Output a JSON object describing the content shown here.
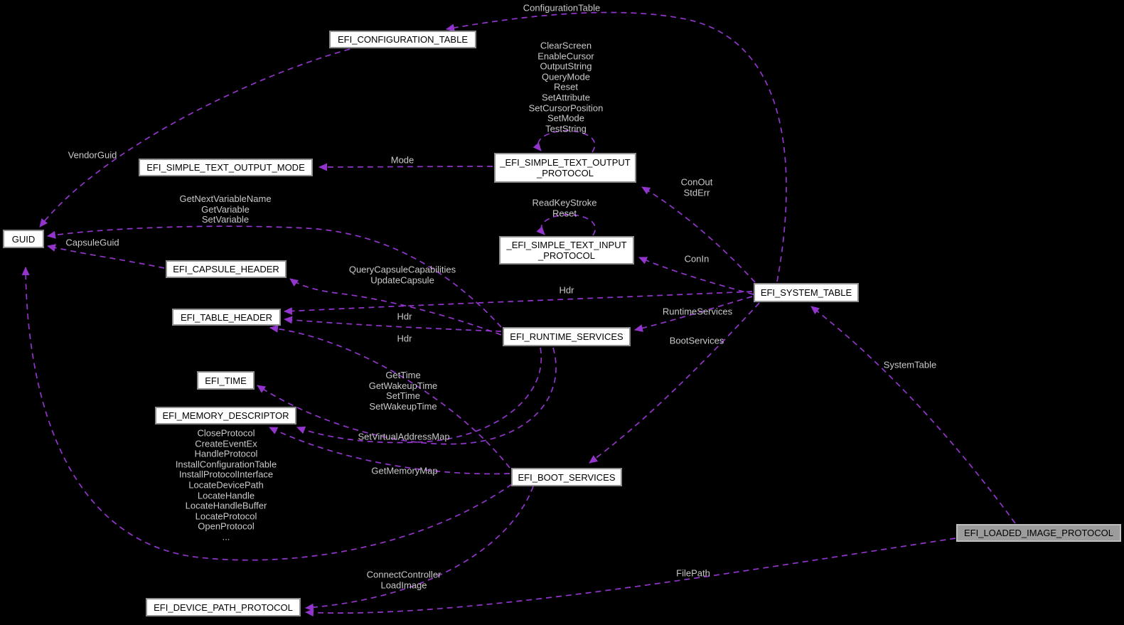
{
  "diagram": {
    "type": "collaboration-graph",
    "background_color": "#000000",
    "edge_color": "#9335cc",
    "edge_label_color": "#c9c9c9",
    "node_fill": "#ffffff",
    "node_border": "#8f8f8f",
    "highlight_node_fill": "#9c9c9c",
    "nodes": {
      "efi_configuration_table": {
        "label": "EFI_CONFIGURATION_TABLE"
      },
      "efi_simple_text_output_mode": {
        "label": "EFI_SIMPLE_TEXT_OUTPUT_MODE"
      },
      "guid": {
        "label": "GUID"
      },
      "efi_capsule_header": {
        "label": "EFI_CAPSULE_HEADER"
      },
      "efi_table_header": {
        "label": "EFI_TABLE_HEADER"
      },
      "efi_simple_text_output_protocol": {
        "label": "_EFI_SIMPLE_TEXT_OUTPUT\n_PROTOCOL"
      },
      "efi_simple_text_input_protocol": {
        "label": "_EFI_SIMPLE_TEXT_INPUT\n_PROTOCOL"
      },
      "efi_system_table": {
        "label": "EFI_SYSTEM_TABLE"
      },
      "efi_runtime_services": {
        "label": "EFI_RUNTIME_SERVICES"
      },
      "efi_time": {
        "label": "EFI_TIME"
      },
      "efi_memory_descriptor": {
        "label": "EFI_MEMORY_DESCRIPTOR"
      },
      "efi_boot_services": {
        "label": "EFI_BOOT_SERVICES"
      },
      "efi_loaded_image_protocol": {
        "label": "EFI_LOADED_IMAGE_PROTOCOL"
      },
      "efi_device_path_protocol": {
        "label": "EFI_DEVICE_PATH_PROTOCOL"
      }
    },
    "edge_labels": {
      "configuration_table": {
        "text": "ConfigurationTable"
      },
      "output_protocol_members": {
        "text": "ClearScreen\nEnableCursor\nOutputString\nQueryMode\nReset\nSetAttribute\nSetCursorPosition\nSetMode\nTestString"
      },
      "vendor_guid": {
        "text": "VendorGuid"
      },
      "mode": {
        "text": "Mode"
      },
      "input_protocol_members": {
        "text": "ReadKeyStroke\nReset"
      },
      "conout_stderr": {
        "text": "ConOut\nStdErr"
      },
      "conin": {
        "text": "ConIn"
      },
      "get_variable_group": {
        "text": "GetNextVariableName\nGetVariable\nSetVariable"
      },
      "capsule_guid": {
        "text": "CapsuleGuid"
      },
      "query_capsule_group": {
        "text": "QueryCapsuleCapabilities\nUpdateCapsule"
      },
      "hdr_system_table": {
        "text": "Hdr"
      },
      "hdr_runtime_services": {
        "text": "Hdr"
      },
      "hdr_boot_services": {
        "text": "Hdr"
      },
      "runtime_services": {
        "text": "RuntimeServices"
      },
      "boot_services": {
        "text": "BootServices"
      },
      "system_table": {
        "text": "SystemTable"
      },
      "get_time_group": {
        "text": "GetTime\nGetWakeupTime\nSetTime\nSetWakeupTime"
      },
      "set_virtual_address_map": {
        "text": "SetVirtualAddressMap"
      },
      "get_memory_map": {
        "text": "GetMemoryMap"
      },
      "close_protocol_group": {
        "text": "CloseProtocol\nCreateEventEx\nHandleProtocol\nInstallConfigurationTable\nInstallProtocolInterface\nLocateDevicePath\nLocateHandle\nLocateHandleBuffer\nLocateProtocol\nOpenProtocol\n..."
      },
      "connect_controller_group": {
        "text": "ConnectController\nLoadImage"
      },
      "file_path": {
        "text": "FilePath"
      }
    }
  }
}
